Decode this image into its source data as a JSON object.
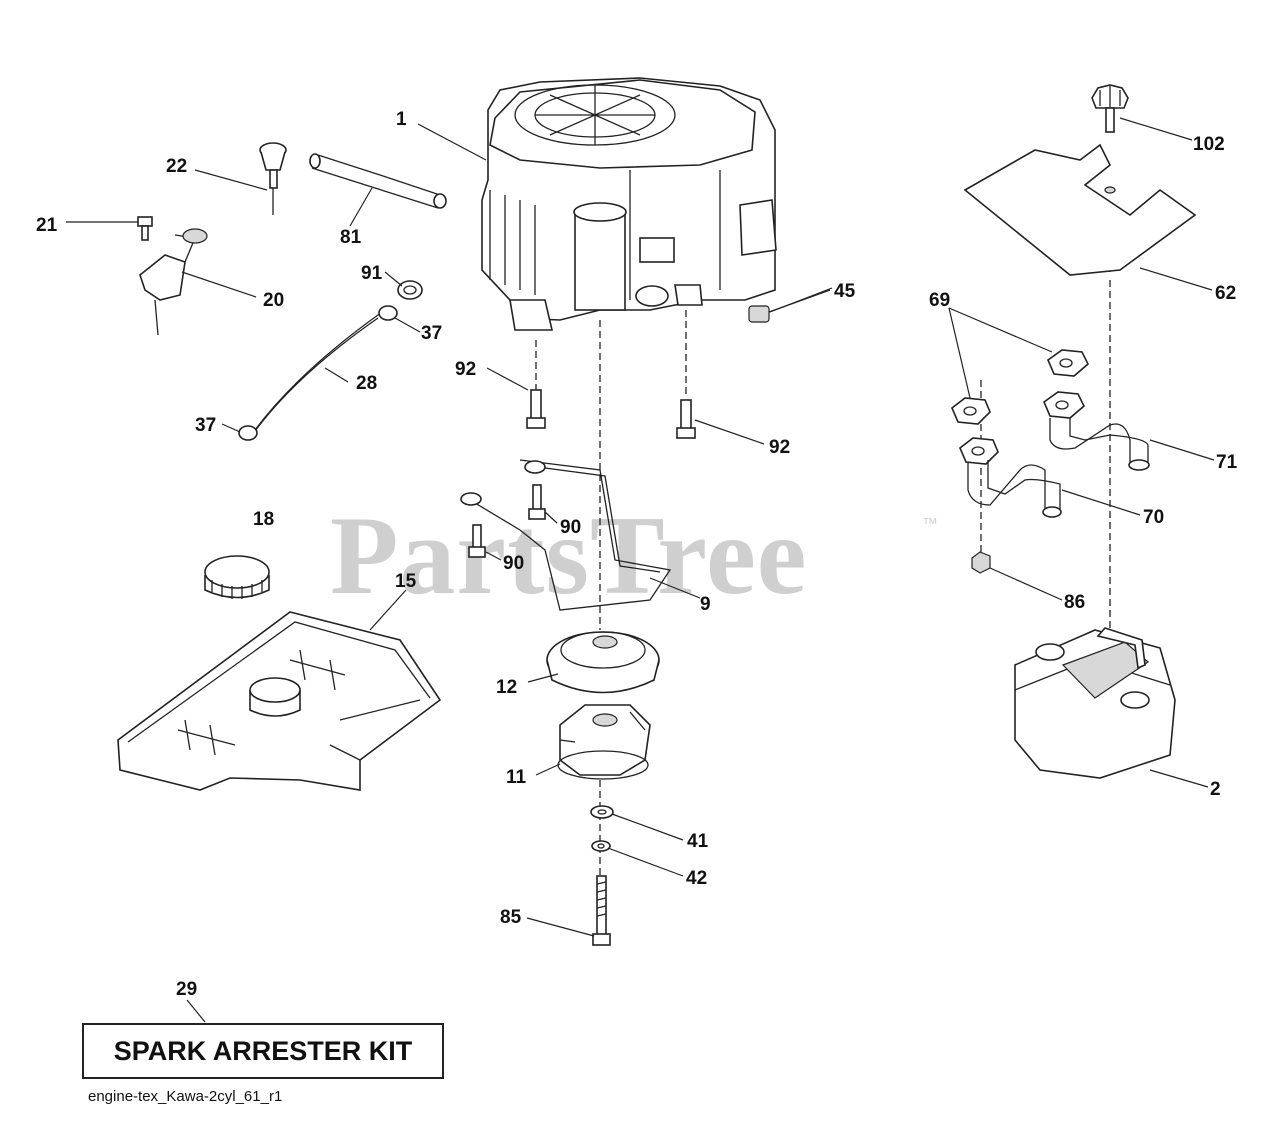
{
  "watermark": {
    "text": "PartsTree",
    "tm": "™"
  },
  "callouts": [
    {
      "id": "c1",
      "label": "1"
    },
    {
      "id": "c2",
      "label": "2"
    },
    {
      "id": "c9",
      "label": "9"
    },
    {
      "id": "c11",
      "label": "11"
    },
    {
      "id": "c12",
      "label": "12"
    },
    {
      "id": "c15",
      "label": "15"
    },
    {
      "id": "c18",
      "label": "18"
    },
    {
      "id": "c20",
      "label": "20"
    },
    {
      "id": "c21",
      "label": "21"
    },
    {
      "id": "c22",
      "label": "22"
    },
    {
      "id": "c28",
      "label": "28"
    },
    {
      "id": "c29",
      "label": "29"
    },
    {
      "id": "c37a",
      "label": "37"
    },
    {
      "id": "c37b",
      "label": "37"
    },
    {
      "id": "c41",
      "label": "41"
    },
    {
      "id": "c42",
      "label": "42"
    },
    {
      "id": "c45",
      "label": "45"
    },
    {
      "id": "c62",
      "label": "62"
    },
    {
      "id": "c69",
      "label": "69"
    },
    {
      "id": "c70",
      "label": "70"
    },
    {
      "id": "c71",
      "label": "71"
    },
    {
      "id": "c81",
      "label": "81"
    },
    {
      "id": "c85",
      "label": "85"
    },
    {
      "id": "c86",
      "label": "86"
    },
    {
      "id": "c90a",
      "label": "90"
    },
    {
      "id": "c90b",
      "label": "90"
    },
    {
      "id": "c91",
      "label": "91"
    },
    {
      "id": "c92a",
      "label": "92"
    },
    {
      "id": "c92b",
      "label": "92"
    },
    {
      "id": "c102",
      "label": "102"
    }
  ],
  "kit": {
    "label": "SPARK ARRESTER KIT"
  },
  "diagram_id": "engine-tex_Kawa-2cyl_61_r1"
}
